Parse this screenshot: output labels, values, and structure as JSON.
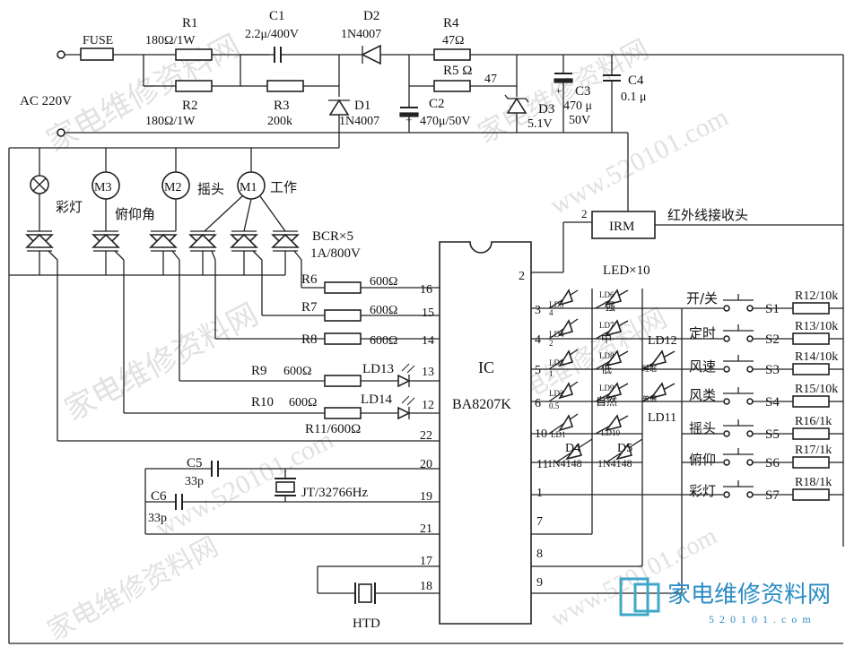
{
  "labels": {
    "fuse": "FUSE",
    "ac": "AC 220V",
    "r1": "R1",
    "r1_val": "180Ω/1W",
    "r2": "R2",
    "r2_val": "180Ω/1W",
    "c1": "C1",
    "c1_val": "2.2μ/400V",
    "r3": "R3",
    "r3_val": "200k",
    "d2": "D2",
    "d2_val": "1N4007",
    "d1": "D1",
    "d1_val": "1N4007",
    "r4": "R4",
    "r4_val": "47Ω",
    "r5": "R5 Ω",
    "r5_val": "47",
    "c2": "C2",
    "c2_val": "470μ/50V",
    "d3": "D3",
    "d3_val": "5.1V",
    "c3": "C3",
    "c3_val1": "470 μ",
    "c3_val2": "50V",
    "c4": "C4",
    "c4_val": "0.1 μ",
    "lamp": "彩灯",
    "m3": "M3",
    "m3_name": "俯仰角",
    "m2": "M2",
    "m2_name": "摇头",
    "m1": "M1",
    "m1_name": "工作",
    "bcr": "BCR×5",
    "bcr_val": "1A/800V",
    "irm": "IRM",
    "irm_pin": "2",
    "irm_name": "红外线接收头",
    "ic": "IC",
    "ic_part": "BA8207K",
    "r6": "R6",
    "r6_val": "600Ω",
    "r7": "R7",
    "r7_val": "600Ω",
    "r8": "R8",
    "r8_val": "600Ω",
    "r9": "R9",
    "r9_val": "600Ω",
    "r10": "R10",
    "r10_val": "600Ω",
    "r11": "R11/600Ω",
    "ld13": "LD13",
    "ld14": "LD14",
    "c5": "C5",
    "c5_val": "33p",
    "c6": "C6",
    "c6_val": "33p",
    "xtal": "JT/32766Hz",
    "htd": "HTD",
    "led_bank": "LED×10",
    "ld12": "LD12",
    "ld11": "LD11",
    "d4": "D4",
    "d4_val": "1N4148",
    "d5": "D5",
    "d5_val": "1N4148",
    "led_small": {
      "ld5": "LD5",
      "n4": "4",
      "qiang": "强",
      "ld6": "LD6",
      "ld4": "LD4",
      "n2": "2",
      "zhong": "中",
      "ld7": "LD7",
      "ld3": "LD3",
      "n1": "1",
      "di": "低",
      "ld8": "LD8",
      "shuimian": "睡眠",
      "ld2": "LD2",
      "n05": "0.5",
      "ziran": "自然",
      "ld9": "LD9",
      "putong": "普通",
      "ld1": "LD1",
      "ld10": "LD10"
    },
    "watermark_logo": "家电维修资料网",
    "watermark_url": "www.520101.com",
    "watermark_site": "520101.com"
  },
  "ic_pins_left": [
    "16",
    "15",
    "14",
    "13",
    "12",
    "22",
    "20",
    "19",
    "21",
    "17",
    "18"
  ],
  "ic_pins_right": [
    "2",
    "3",
    "4",
    "5",
    "6",
    "10",
    "11",
    "1",
    "7",
    "8",
    "9"
  ],
  "switches": [
    {
      "func": "开/关",
      "sw": "S1",
      "res": "R12/10k"
    },
    {
      "func": "定时",
      "sw": "S2",
      "res": "R13/10k"
    },
    {
      "func": "风速",
      "sw": "S3",
      "res": "R14/10k"
    },
    {
      "func": "风类",
      "sw": "S4",
      "res": "R15/10k"
    },
    {
      "func": "摇头",
      "sw": "S5",
      "res": "R16/1k"
    },
    {
      "func": "俯仰",
      "sw": "S6",
      "res": "R17/1k"
    },
    {
      "func": "彩灯",
      "sw": "S7",
      "res": "R18/1k"
    }
  ]
}
